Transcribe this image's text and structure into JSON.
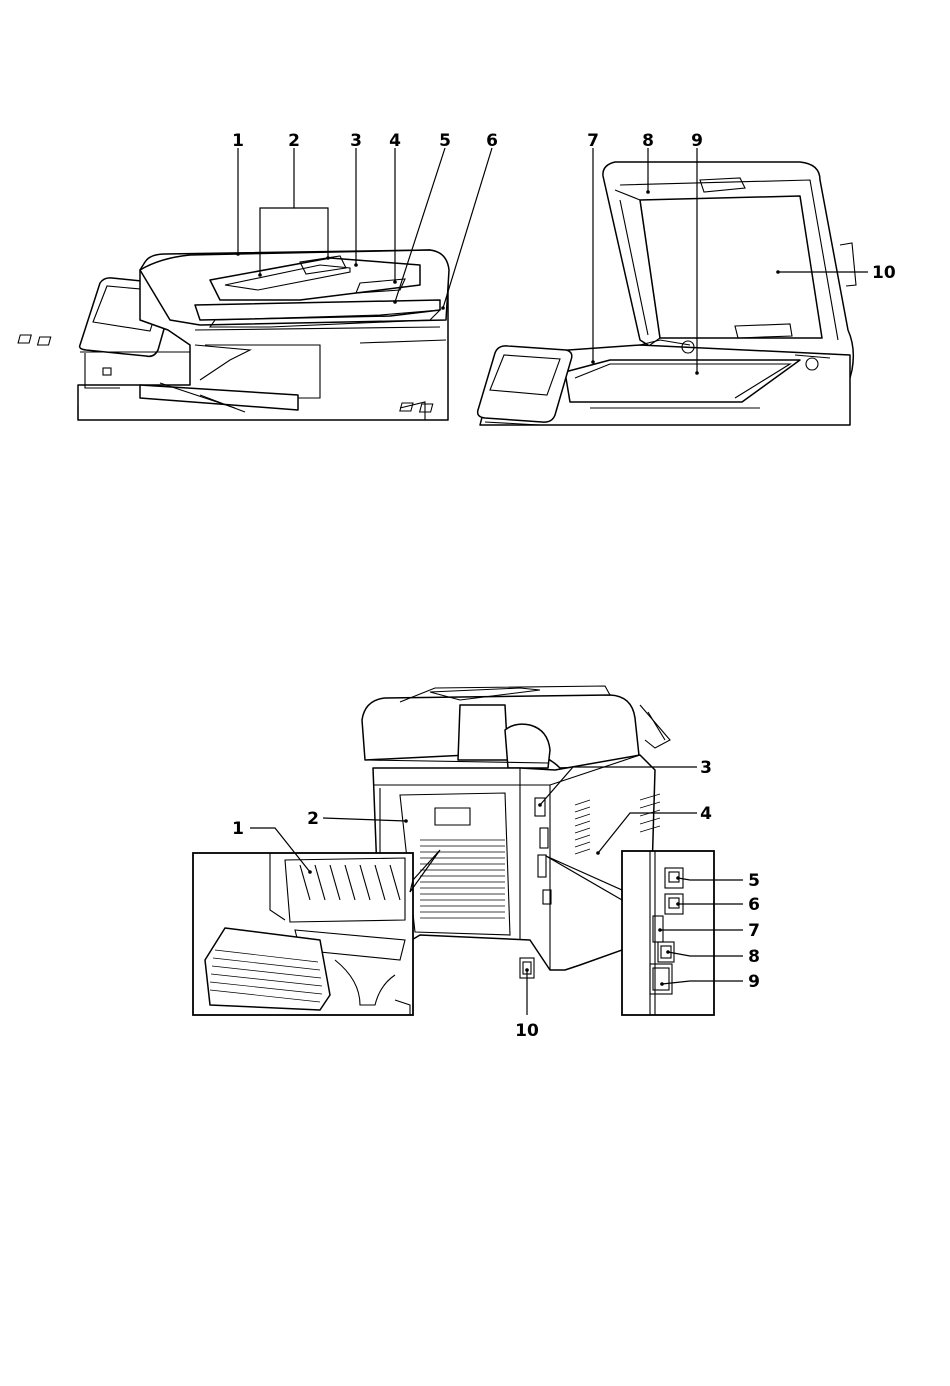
{
  "front_view": {
    "callouts_left": [
      "1",
      "2",
      "3",
      "4",
      "5",
      "6"
    ],
    "callouts_right": [
      "7",
      "8",
      "9",
      "10"
    ]
  },
  "rear_view": {
    "callouts_main": [
      "1",
      "2",
      "3",
      "4",
      "10"
    ],
    "callouts_ports": [
      "5",
      "6",
      "7",
      "8",
      "9"
    ]
  }
}
